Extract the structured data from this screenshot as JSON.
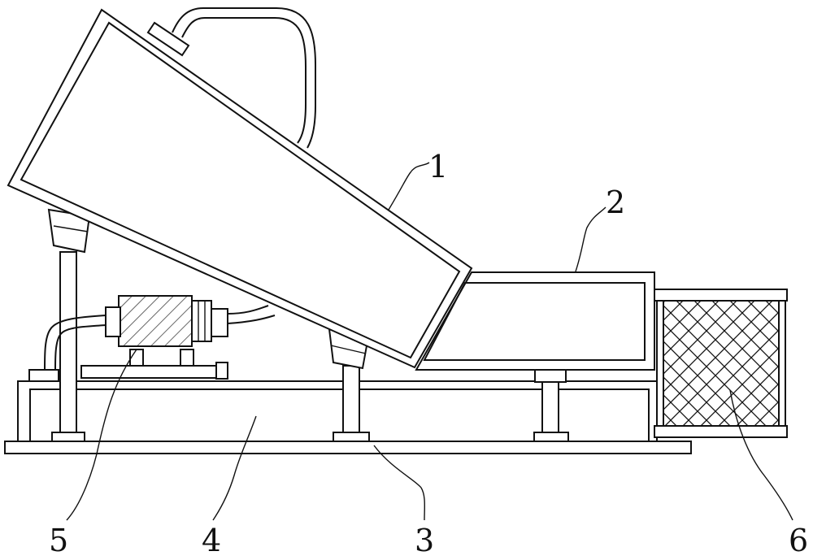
{
  "callouts": [
    {
      "id": "1",
      "text": "1"
    },
    {
      "id": "2",
      "text": "2"
    },
    {
      "id": "3",
      "text": "3"
    },
    {
      "id": "4",
      "text": "4"
    },
    {
      "id": "5",
      "text": "5"
    },
    {
      "id": "6",
      "text": "6"
    }
  ],
  "colors": {
    "line": "#111111",
    "background": "#ffffff"
  }
}
